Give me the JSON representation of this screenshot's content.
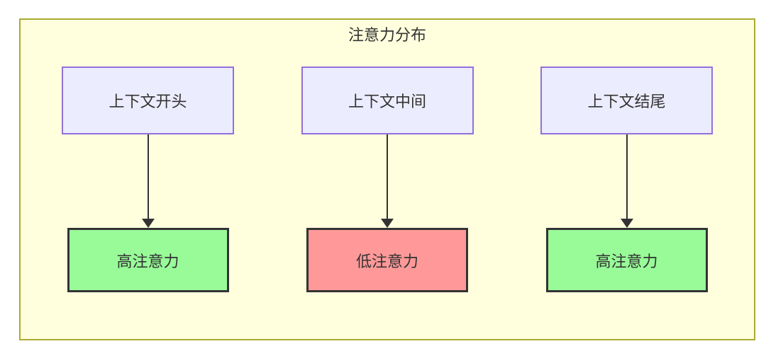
{
  "diagram": {
    "title": "注意力分布",
    "columns": [
      {
        "source": "上下文开头",
        "target": "高注意力",
        "attention_level": "high"
      },
      {
        "source": "上下文中间",
        "target": "低注意力",
        "attention_level": "low"
      },
      {
        "source": "上下文结尾",
        "target": "高注意力",
        "attention_level": "high"
      }
    ],
    "colors": {
      "container_bg": "#ffffde",
      "container_border": "#aaaa33",
      "source_bg": "#ececff",
      "source_border": "#9370db",
      "high_bg": "#98fb98",
      "low_bg": "#ff9999",
      "node_border": "#333333",
      "arrow": "#333333",
      "text": "#333333"
    }
  }
}
